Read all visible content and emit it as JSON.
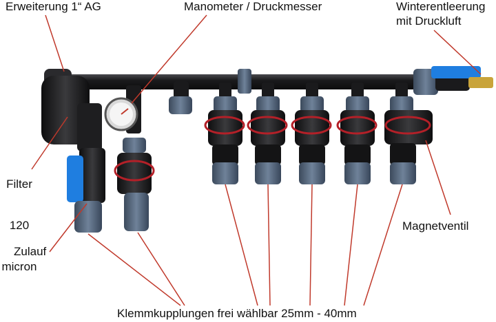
{
  "labels": {
    "erweiterung": "Erweiterung 1“ AG",
    "manometer": "Manometer / Druckmesser",
    "winter_line1": "Winterentleerung",
    "winter_line2": "mit Druckluft",
    "filter_lines": [
      "Filter",
      "120",
      "micron"
    ],
    "zulauf": "Zulauf",
    "magnetventil": "Magnetventil",
    "klemm": "Klemmkupplungen frei wählbar 25mm - 40mm"
  },
  "colors": {
    "leader_line": "#c0392b",
    "pipe": "#1c1c1e",
    "fitting_blue": "#5a6b80",
    "handle_blue": "#1f7ee0",
    "coil_red": "#b32028",
    "brass": "#c9a43a"
  }
}
